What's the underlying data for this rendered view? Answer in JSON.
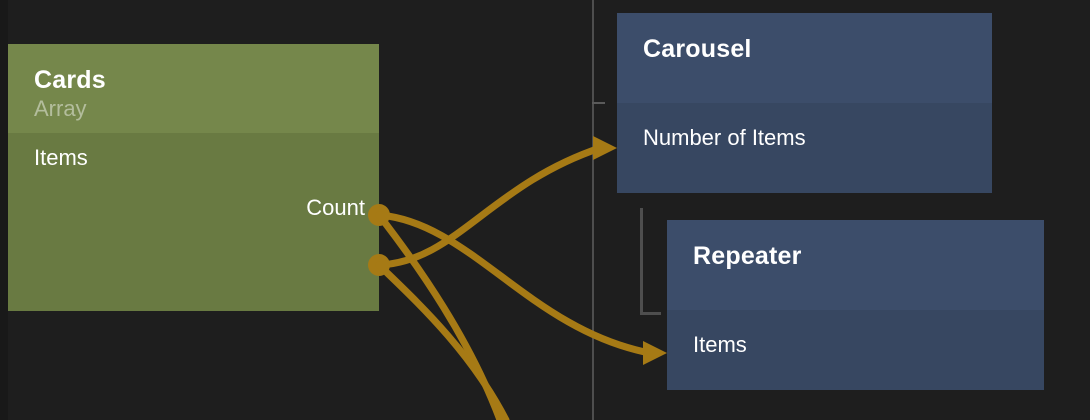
{
  "canvas": {
    "background": "#1e1e1e",
    "wire_color": "#a67a15",
    "guide_color": "#4e4e4e"
  },
  "nodes": {
    "cards": {
      "title": "Cards",
      "subtitle": "Array",
      "accent": "#75874b",
      "ports": [
        {
          "label": "Items",
          "side": "output"
        },
        {
          "label": "Count",
          "side": "output"
        }
      ]
    },
    "carousel": {
      "title": "Carousel",
      "accent": "#3c4d6a",
      "ports": [
        {
          "label": "Number of Items",
          "side": "input"
        }
      ]
    },
    "repeater": {
      "title": "Repeater",
      "accent": "#3c4d6a",
      "ports": [
        {
          "label": "Items",
          "side": "input"
        }
      ]
    }
  },
  "connections": [
    {
      "from": "cards.Count",
      "to": "carousel.Number of Items"
    },
    {
      "from": "cards.Items",
      "to": "repeater.Items"
    },
    {
      "from": "cards.Items",
      "to": "offscreen-below"
    },
    {
      "from": "cards.Count",
      "to": "offscreen-below"
    }
  ]
}
